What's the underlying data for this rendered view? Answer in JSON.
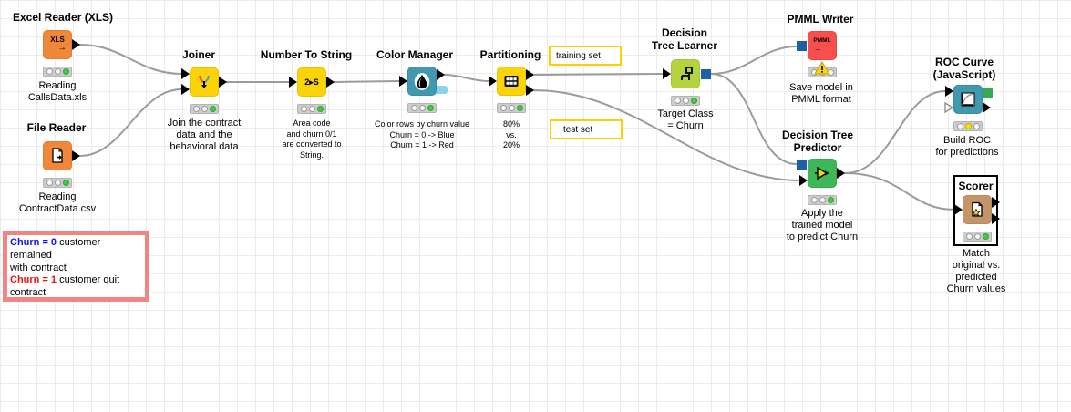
{
  "nodes": {
    "excel_reader": {
      "title": "Excel Reader (XLS)",
      "icon_text": "XLS",
      "icon_arrow": "→",
      "desc": "Reading\nCallsData.xls",
      "status": "executed",
      "color": "#F0873B"
    },
    "file_reader": {
      "title": "File Reader",
      "desc": "Reading\nContractData.csv",
      "status": "executed",
      "color": "#F0873B"
    },
    "joiner": {
      "title": "Joiner",
      "desc": "Join the contract\ndata and the\nbehavioral data",
      "status": "executed",
      "color": "#FCD306"
    },
    "number_to_string": {
      "title": "Number To String",
      "icon_text": "2▸S",
      "desc": "Area code\nand churn 0/1\nare converted to\nString.",
      "status": "executed",
      "color": "#FCD306"
    },
    "color_manager": {
      "title": "Color Manager",
      "desc": "Color rows by churn value\nChurn = 0 -> Blue\nChurn = 1 -> Red",
      "status": "executed",
      "color": "#4099AE"
    },
    "partitioning": {
      "title": "Partitioning",
      "desc": "80%\nvs.\n20%",
      "status": "executed",
      "color": "#FCD306"
    },
    "dt_learner": {
      "title": "Decision\nTree Learner",
      "desc": "Target Class\n= Churn",
      "status": "executed",
      "color": "#B5D33C"
    },
    "pmml_writer": {
      "title": "PMML Writer",
      "icon_text": "PMML",
      "icon_arrow": "→",
      "desc": "Save model in\nPMML format",
      "status": "warning",
      "color": "#F94E4E"
    },
    "dt_predictor": {
      "title": "Decision Tree\nPredictor",
      "desc": "Apply the\ntrained model\nto predict Churn",
      "status": "executed",
      "color": "#3DB858"
    },
    "roc_curve": {
      "title": "ROC Curve\n(JavaScript)",
      "desc": "Build ROC\nfor predictions",
      "status": "configured",
      "color": "#4099AE"
    },
    "scorer": {
      "title": "Scorer",
      "desc": "Match\noriginal vs.\npredicted\nChurn values",
      "status": "executed",
      "color": "#C49568"
    }
  },
  "labels": {
    "training_set": "training set",
    "test_set": "test set"
  },
  "annotation": {
    "key1": "Churn = 0",
    "text1": " customer remained\nwith contract",
    "key2": "Churn = 1",
    "text2": " customer quit contract",
    "key1_color": "#1414EE",
    "key2_color": "#EE1414",
    "border_color": "#F28484"
  },
  "colors": {
    "wire": "#9b9b9b",
    "model_port": "#1E5FA8",
    "image_port": "#35AC4E",
    "label_border": "#FFD000",
    "status_green": "#3ECD3E",
    "status_yellow": "#FFE000",
    "warning_yellow": "#FFD21E"
  }
}
